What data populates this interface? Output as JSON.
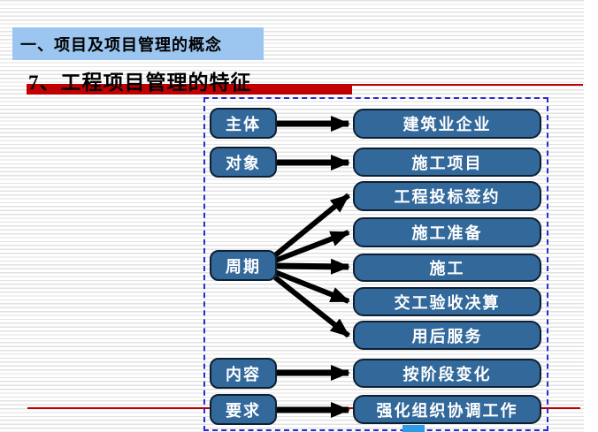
{
  "slide": {
    "section_header": "一、项目及项目管理的概念",
    "title": "7、工程项目管理的特征"
  },
  "diagram": {
    "left_boxes": [
      {
        "label": "主体"
      },
      {
        "label": "对象"
      },
      {
        "label": "周期"
      },
      {
        "label": "内容"
      },
      {
        "label": "要求"
      }
    ],
    "right_boxes": [
      {
        "label": "建筑业企业"
      },
      {
        "label": "施工项目"
      },
      {
        "label": "工程投标签约"
      },
      {
        "label": "施工准备"
      },
      {
        "label": "施工"
      },
      {
        "label": "交工验收决算"
      },
      {
        "label": "用后服务"
      },
      {
        "label": "按阶段变化"
      },
      {
        "label": "强化组织协调工作"
      }
    ],
    "connections": [
      {
        "from": "主体",
        "to": "建筑业企业"
      },
      {
        "from": "对象",
        "to": "施工项目"
      },
      {
        "from": "周期",
        "to": "工程投标签约"
      },
      {
        "from": "周期",
        "to": "施工准备"
      },
      {
        "from": "周期",
        "to": "施工"
      },
      {
        "from": "周期",
        "to": "交工验收决算"
      },
      {
        "from": "周期",
        "to": "用后服务"
      },
      {
        "from": "内容",
        "to": "按阶段变化"
      },
      {
        "from": "要求",
        "to": "强化组织协调工作"
      }
    ]
  },
  "colors": {
    "section_bar_bg": "#9CC6F0",
    "box_fill": "#33689B",
    "box_border": "#0D2032",
    "box_text": "#FFFFFF",
    "accent_red": "#C00000",
    "selection_dash": "#2A2ACF",
    "arrow": "#000000",
    "footer_badge": "#2F9BE5"
  }
}
